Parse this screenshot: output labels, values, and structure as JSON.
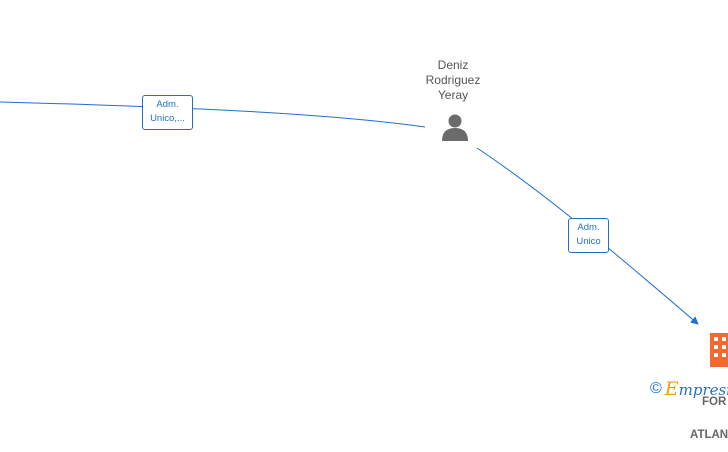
{
  "nodes": {
    "person": {
      "name_lines": [
        "Deniz",
        "Rodriguez",
        "Yeray"
      ]
    },
    "company": {
      "name_lines": [
        "FOR",
        "ATLAN"
      ]
    }
  },
  "edges": {
    "left": {
      "label_lines": [
        "Adm.",
        "Unico,..."
      ]
    },
    "right": {
      "label_lines": [
        "Adm.",
        "Unico"
      ]
    }
  },
  "footer": {
    "copyright_symbol": "©",
    "brand_first": "E",
    "brand_rest": "mpresia"
  },
  "colors": {
    "edge": "#1f6fd1",
    "person_icon": "#6b6b6b",
    "company_icon": "#f26a30",
    "brand_accent": "#f39c12"
  },
  "icons": {
    "person": "person-icon",
    "company": "building-icon"
  }
}
